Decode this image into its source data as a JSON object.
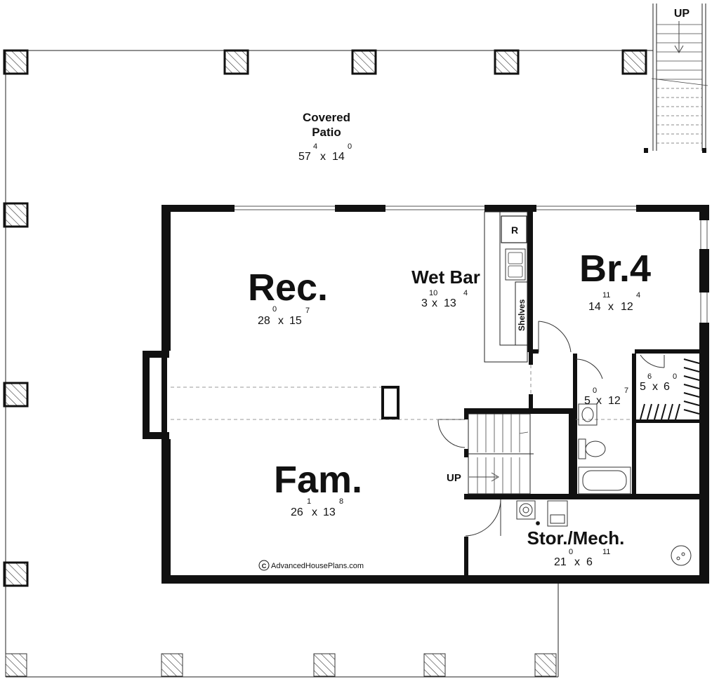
{
  "stairs_up_top": "UP",
  "stairs_up_interior": "UP",
  "rooms": {
    "patio": {
      "name_line1": "Covered",
      "name_line2": "Patio",
      "dim_a": "57",
      "sup_a": "4",
      "dim_b": "14",
      "sup_b": "0"
    },
    "rec": {
      "name": "Rec.",
      "dim_a": "28",
      "sup_a": "0",
      "dim_b": "15",
      "sup_b": "7"
    },
    "wetbar": {
      "name": "Wet Bar",
      "dim_a": "3",
      "sup_a": "10",
      "dim_b": "13",
      "sup_b": "4"
    },
    "br4": {
      "name": "Br.4",
      "dim_a": "14",
      "sup_a": "11",
      "dim_b": "12",
      "sup_b": "4"
    },
    "fam": {
      "name": "Fam.",
      "dim_a": "26",
      "sup_a": "1",
      "dim_b": "13",
      "sup_b": "8"
    },
    "bath": {
      "dim_a": "5",
      "sup_a": "0",
      "dim_b": "12",
      "sup_b": "7"
    },
    "closet": {
      "dim_a": "5",
      "sup_a": "6",
      "dim_b": "6",
      "sup_b": "0"
    },
    "stor": {
      "name": "Stor./Mech.",
      "dim_a": "21",
      "sup_a": "0",
      "dim_b": "6",
      "sup_b": "11"
    }
  },
  "fixtures": {
    "fridge": "R",
    "shelves": "Shelves"
  },
  "credit": {
    "symbol": "C",
    "text": "AdvancedHousePlans.com"
  }
}
